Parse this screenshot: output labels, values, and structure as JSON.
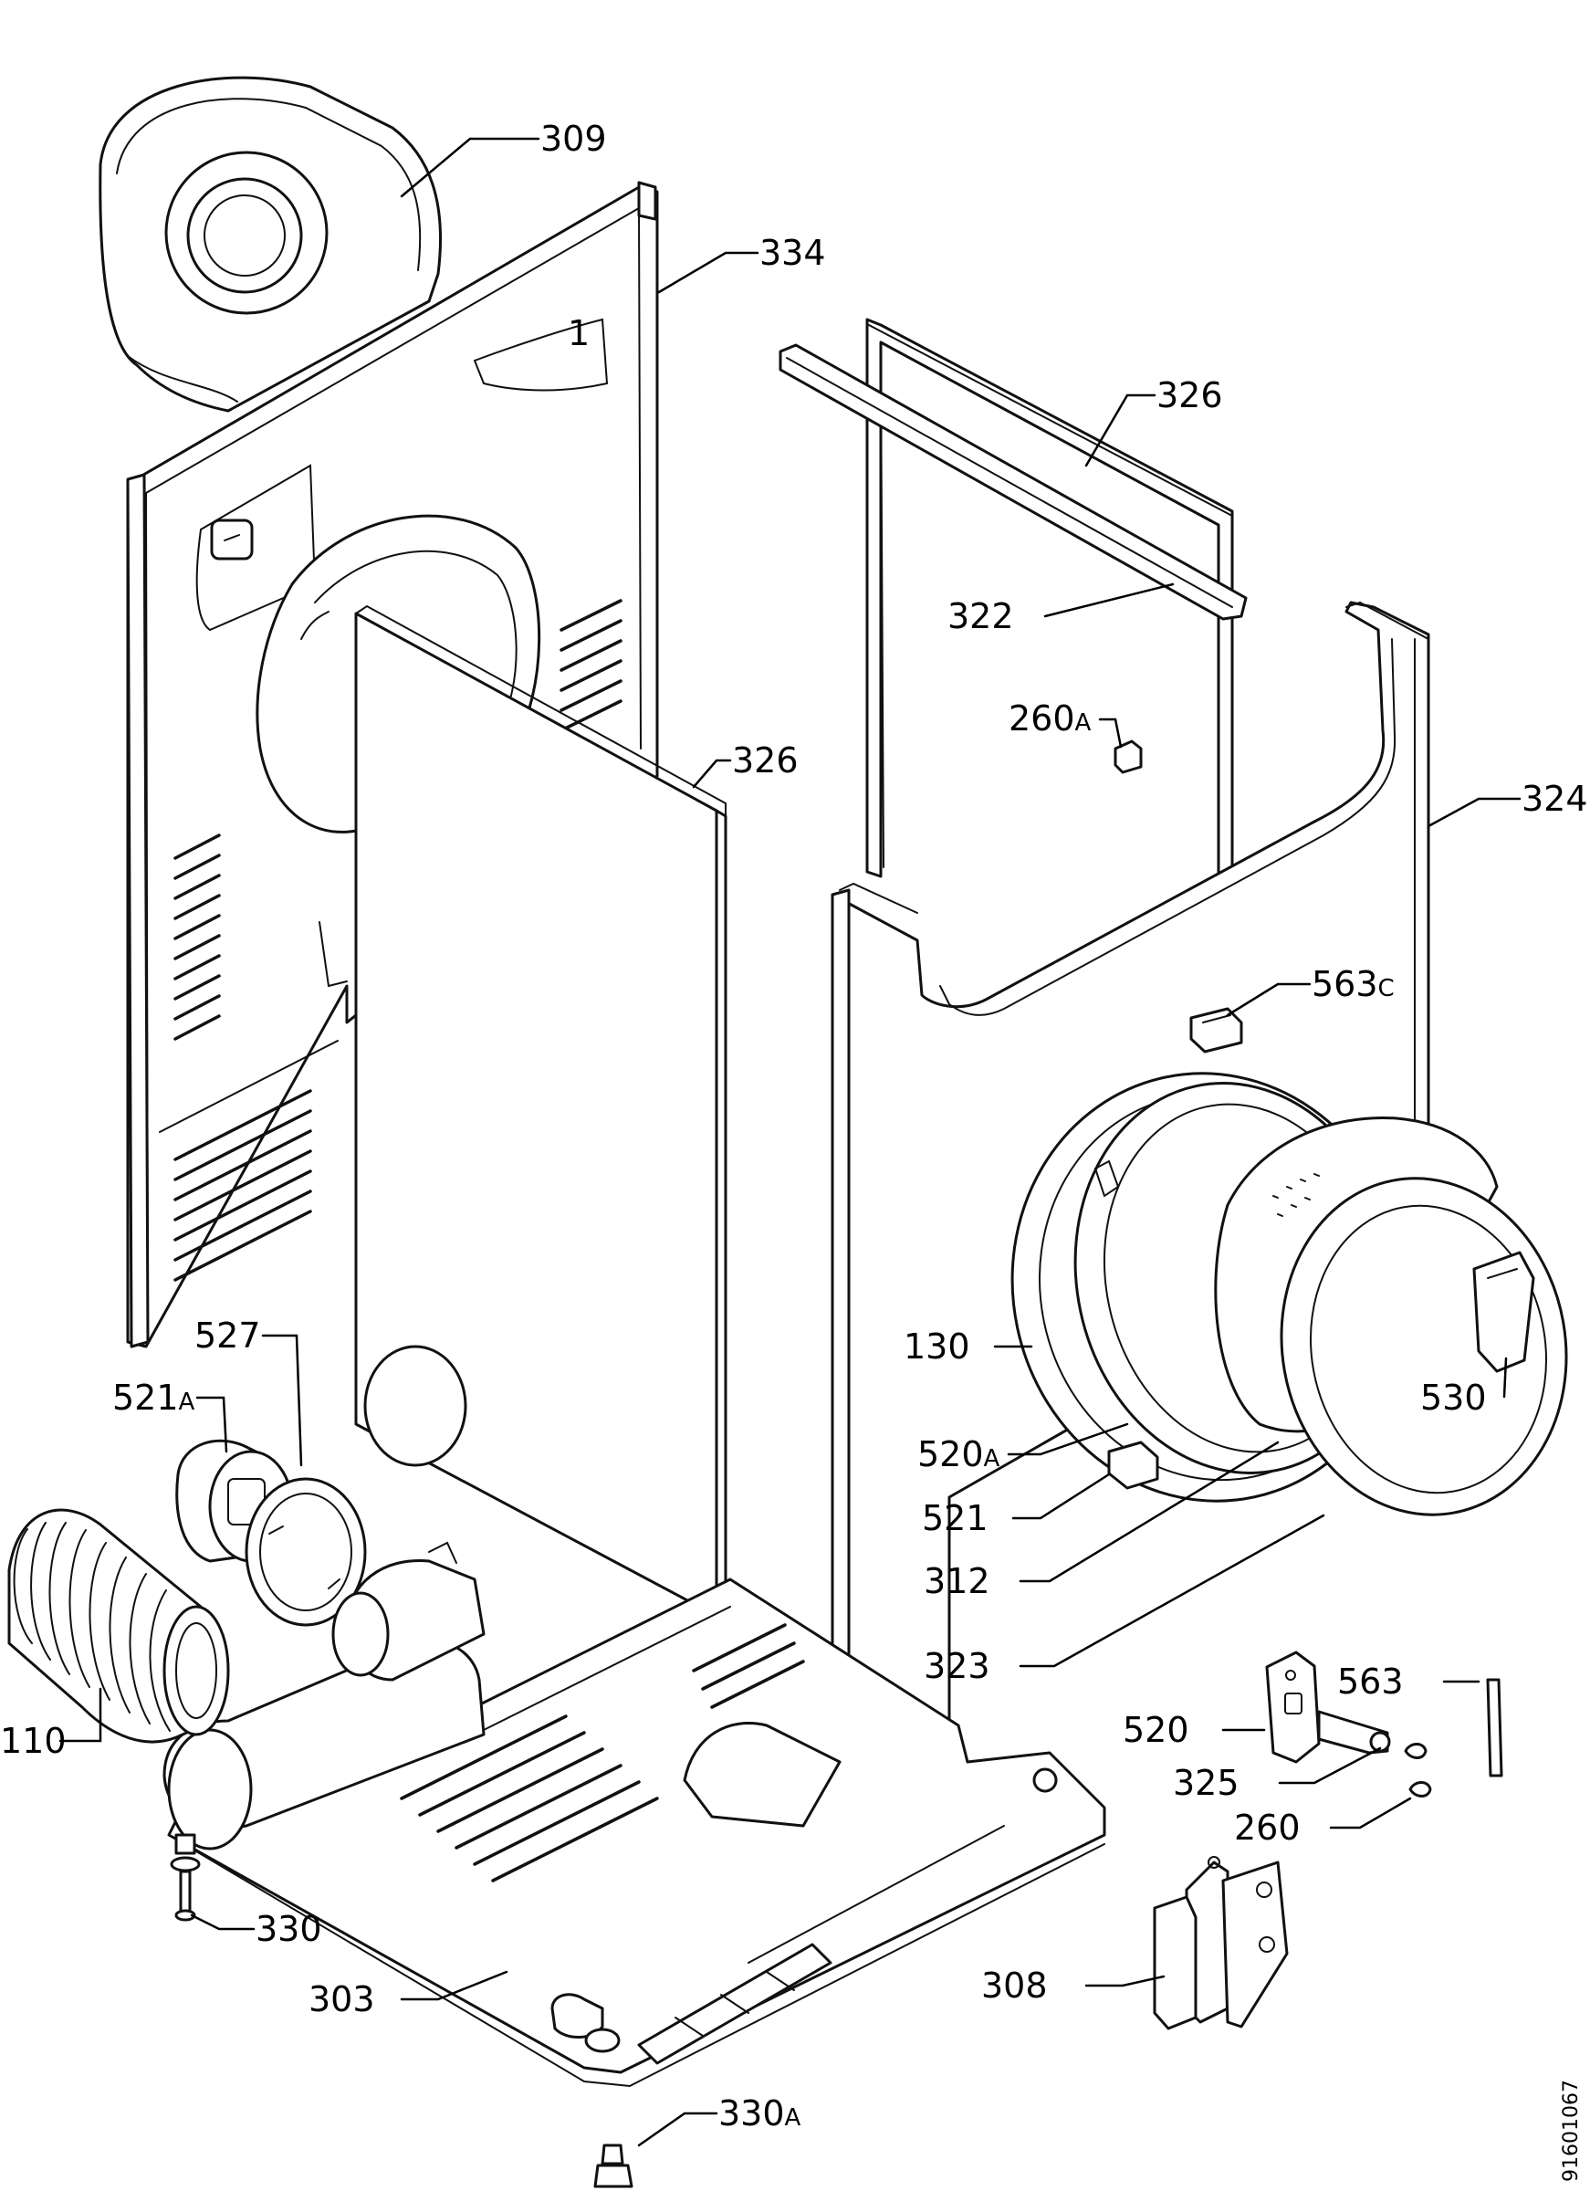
{
  "callouts": [
    {
      "id": "309",
      "num": "309",
      "suffix": ""
    },
    {
      "id": "334",
      "num": "334",
      "suffix": ""
    },
    {
      "id": "326-top",
      "num": "326",
      "suffix": ""
    },
    {
      "id": "322",
      "num": "322",
      "suffix": ""
    },
    {
      "id": "260A",
      "num": "260",
      "suffix": "A"
    },
    {
      "id": "326-side",
      "num": "326",
      "suffix": ""
    },
    {
      "id": "324",
      "num": "324",
      "suffix": ""
    },
    {
      "id": "563C",
      "num": "563",
      "suffix": "C"
    },
    {
      "id": "527",
      "num": "527",
      "suffix": ""
    },
    {
      "id": "521A",
      "num": "521",
      "suffix": "A"
    },
    {
      "id": "130",
      "num": "130",
      "suffix": ""
    },
    {
      "id": "530",
      "num": "530",
      "suffix": ""
    },
    {
      "id": "520A",
      "num": "520",
      "suffix": "A"
    },
    {
      "id": "521",
      "num": "521",
      "suffix": ""
    },
    {
      "id": "312",
      "num": "312",
      "suffix": ""
    },
    {
      "id": "323",
      "num": "323",
      "suffix": ""
    },
    {
      "id": "110",
      "num": "110",
      "suffix": ""
    },
    {
      "id": "563",
      "num": "563",
      "suffix": ""
    },
    {
      "id": "520",
      "num": "520",
      "suffix": ""
    },
    {
      "id": "325",
      "num": "325",
      "suffix": ""
    },
    {
      "id": "260",
      "num": "260",
      "suffix": ""
    },
    {
      "id": "330",
      "num": "330",
      "suffix": ""
    },
    {
      "id": "308",
      "num": "308",
      "suffix": ""
    },
    {
      "id": "303",
      "num": "303",
      "suffix": ""
    },
    {
      "id": "330A",
      "num": "330",
      "suffix": "A"
    }
  ],
  "drawing_number": "91601067",
  "panel_badge": "1"
}
